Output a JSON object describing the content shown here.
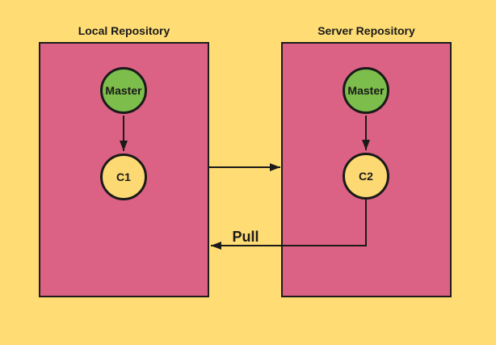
{
  "colors": {
    "background": "#FFDC74",
    "repository_fill": "#DC6285",
    "repository_border": "#1C1C1C",
    "master_node_fill": "#7CBD4B",
    "commit_node_fill": "#FCD972",
    "line_color": "#1A1A1A"
  },
  "repositories": [
    {
      "title": "Local Repository",
      "branch": {
        "label": "Master"
      },
      "commit": {
        "label": "C1"
      }
    },
    {
      "title": "Server Repository",
      "branch": {
        "label": "Master"
      },
      "commit": {
        "label": "C2"
      }
    }
  ],
  "edges": {
    "pull_label": "Pull"
  }
}
